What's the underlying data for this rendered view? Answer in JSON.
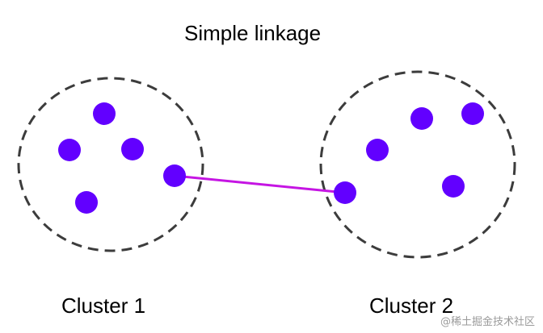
{
  "title": "Simple linkage",
  "clusters": [
    {
      "label": "Cluster 1"
    },
    {
      "label": "Cluster 2"
    }
  ],
  "watermark": "@稀土掘金技术社区",
  "colors": {
    "point": "#6200ff",
    "linkage": "#c515e3",
    "boundary": "#3c3c3c",
    "text": "#000000",
    "background": "#ffffff"
  }
}
